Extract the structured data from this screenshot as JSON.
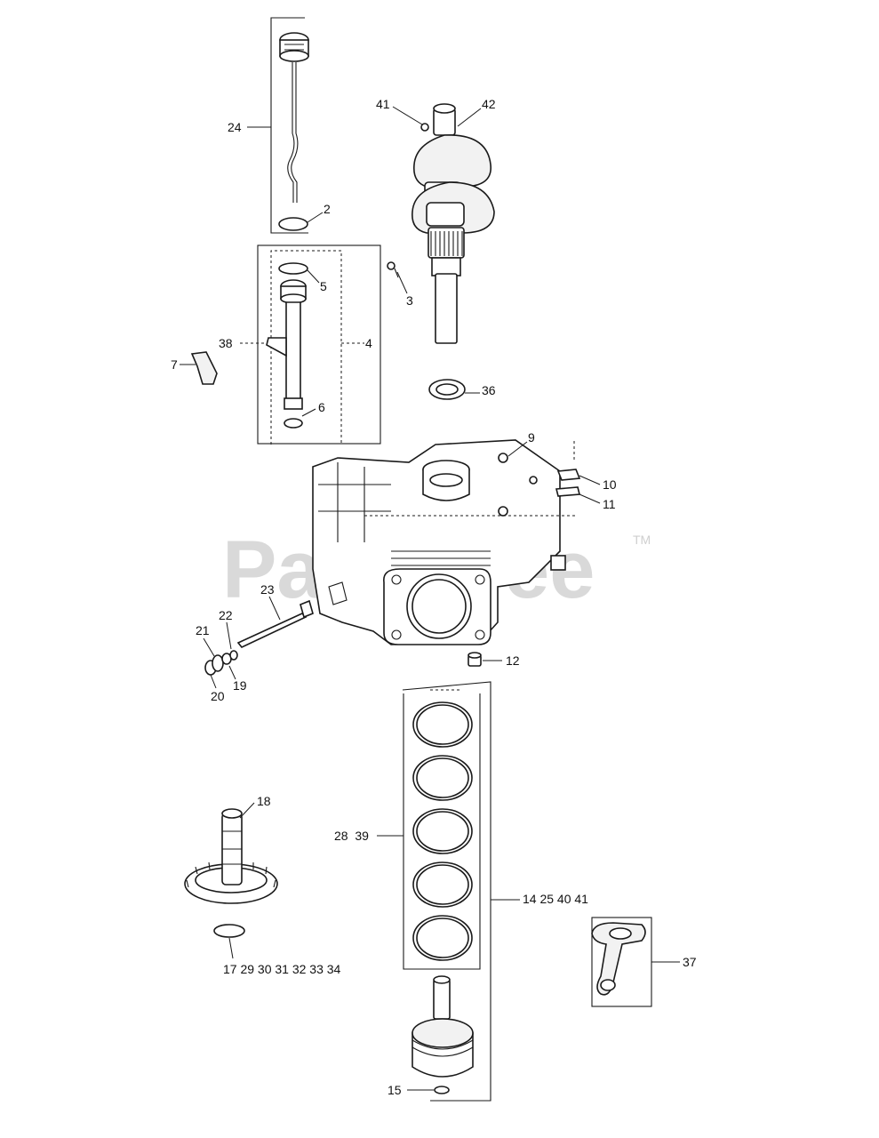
{
  "watermark": {
    "text": "PartsTree",
    "tm": "TM"
  },
  "callouts": {
    "c24": "24",
    "c2": "2",
    "c41_top": "41",
    "c42": "42",
    "c5": "5",
    "c3": "3",
    "c38": "38",
    "c4": "4",
    "c7": "7",
    "c6": "6",
    "c36": "36",
    "c9": "9",
    "c10": "10",
    "c11": "11",
    "c23": "23",
    "c22": "22",
    "c21": "21",
    "c19": "19",
    "c20": "20",
    "c12": "12",
    "c18": "18",
    "c28_39": "28  39",
    "c14_group": "14 25 40 41",
    "c37": "37",
    "c17_group": "17 29 30 31 32 33 34",
    "c15": "15"
  }
}
